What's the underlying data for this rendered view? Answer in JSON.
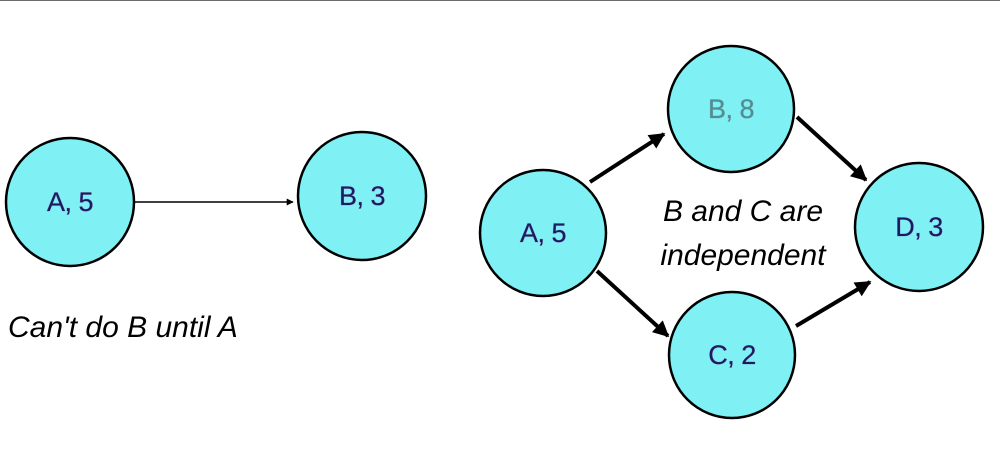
{
  "left_graph": {
    "nodes": [
      {
        "id": "A",
        "label": "A, 5"
      },
      {
        "id": "B",
        "label": "B, 3"
      }
    ],
    "caption": "Can't do B until A"
  },
  "right_graph": {
    "nodes": [
      {
        "id": "A",
        "label": "A, 5"
      },
      {
        "id": "B",
        "label": "B, 8"
      },
      {
        "id": "C",
        "label": "C, 2"
      },
      {
        "id": "D",
        "label": "D, 3"
      }
    ],
    "caption_line1": "B and C are",
    "caption_line2": "independent"
  },
  "colors": {
    "node_fill": "#7ff0f4",
    "node_stroke": "#000000",
    "label_text": "#1a1a66",
    "faded_label_text": "#4f8f94",
    "arrow": "#000000"
  }
}
